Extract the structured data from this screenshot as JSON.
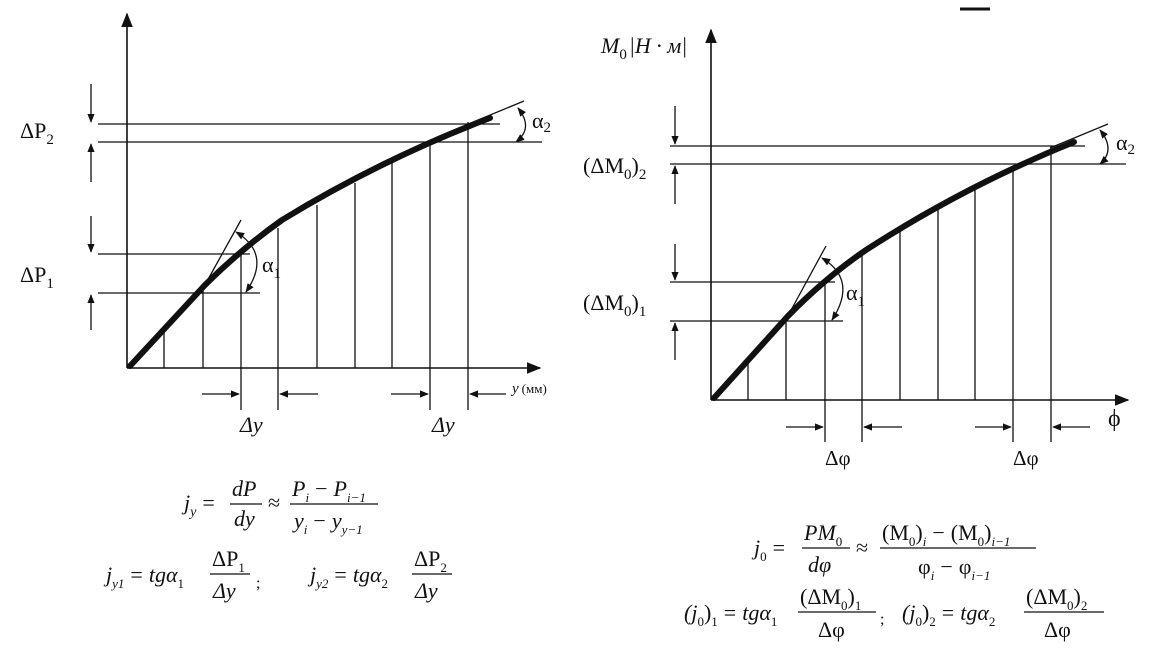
{
  "left_diagram": {
    "y_axis_label": "",
    "x_axis_label": "y",
    "x_axis_unit": "(мм)",
    "delta_p2": "ΔP",
    "delta_p2_sub": "2",
    "delta_p1": "ΔP",
    "delta_p1_sub": "1",
    "alpha1": "α",
    "alpha1_sub": "1",
    "alpha2": "α",
    "alpha2_sub": "2",
    "delta_y_1": "Δy",
    "delta_y_2": "Δy"
  },
  "right_diagram": {
    "y_axis_label": "M",
    "y_axis_sub": "0",
    "y_axis_unit": "|H · м|",
    "x_axis_label": "ϕ",
    "delta_m2": "(ΔM",
    "delta_m2_sub": "0",
    "delta_m2_close": ")",
    "delta_m2_idx": "2",
    "delta_m1": "(ΔM",
    "delta_m1_sub": "0",
    "delta_m1_close": ")",
    "delta_m1_idx": "1",
    "alpha1": "α",
    "alpha1_sub": "1",
    "alpha2": "α",
    "alpha2_sub": "2",
    "delta_phi_1": "Δφ",
    "delta_phi_2": "Δφ"
  },
  "formulas_left": {
    "jy_lhs": "j",
    "jy_lhs_sub": "y",
    "eq": "=",
    "dP": "dP",
    "dy": "dy",
    "approx": "≈",
    "num_a": "P",
    "num_a_sub": "i",
    "minus": "−",
    "num_b": "P",
    "num_b_sub": "i−1",
    "den_a": "y",
    "den_a_sub": "i",
    "den_b": "y",
    "den_b_sub": "y−1",
    "jy1": "j",
    "jy1_sub": "y1",
    "tg1": "tgα",
    "tg1_sub": "1",
    "dp1": "ΔP",
    "dp1_sub": "1",
    "dy1": "Δy",
    "semicolon": ";",
    "jy2": "j",
    "jy2_sub": "y2",
    "tg2": "tgα",
    "tg2_sub": "2",
    "dp2": "ΔP",
    "dp2_sub": "2",
    "dy2": "Δy"
  },
  "formulas_right": {
    "j0": "j",
    "j0_sub": "0",
    "eq": "=",
    "pm0": "PM",
    "pm0_sub": "0",
    "dphi": "dφ",
    "approx": "≈",
    "num": "(M",
    "num_sub0": "0",
    "num_close": ")",
    "num_i": "i",
    "minus": "−",
    "num2": "(M",
    "num2_sub0": "0",
    "num2_close": ")",
    "num2_i": "i−1",
    "den": "φ",
    "den_i": "i",
    "den2": "φ",
    "den2_i": "i−1",
    "j01_open": "(j",
    "j01_sub": "0",
    "j01_close": ")",
    "j01_idx": "1",
    "tg1": "tgα",
    "tg1_sub": "1",
    "dm1": "(ΔM",
    "dm1_sub": "0",
    "dm1_close": ")",
    "dm1_idx": "1",
    "dphi1": "Δφ",
    "semicolon": ";",
    "j02_open": "(j",
    "j02_sub": "0",
    "j02_close": ")",
    "j02_idx": "2",
    "tg2": "tgα",
    "tg2_sub": "2",
    "dm2": "(ΔM",
    "dm2_sub": "0",
    "dm2_close": ")",
    "dm2_idx": "2",
    "dphi2": "Δφ"
  }
}
